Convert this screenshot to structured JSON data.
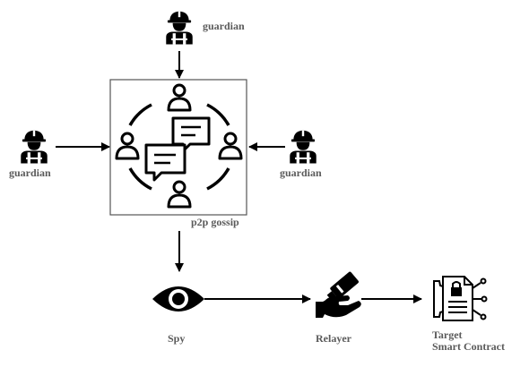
{
  "nodes": {
    "guardian_top": {
      "label": "guardian",
      "icon": "guardian-worker-icon"
    },
    "guardian_left": {
      "label": "guardian",
      "icon": "guardian-worker-icon"
    },
    "guardian_right": {
      "label": "guardian",
      "icon": "guardian-worker-icon"
    },
    "gossip": {
      "label": "p2p gossip",
      "icon": "gossip-network-icon"
    },
    "spy": {
      "label": "Spy",
      "icon": "eye-icon"
    },
    "relayer": {
      "label": "Relayer",
      "icon": "relayer-hand-icon"
    },
    "target": {
      "label_line1": "Target",
      "label_line2": "Smart Contract",
      "icon": "smart-contract-icon"
    }
  },
  "edges": [
    {
      "from": "guardian_top",
      "to": "gossip"
    },
    {
      "from": "guardian_left",
      "to": "gossip"
    },
    {
      "from": "guardian_right",
      "to": "gossip"
    },
    {
      "from": "gossip",
      "to": "spy"
    },
    {
      "from": "spy",
      "to": "relayer"
    },
    {
      "from": "relayer",
      "to": "target"
    }
  ],
  "colors": {
    "stroke": "#000000",
    "label": "#5a5a5a",
    "box_border": "#555555"
  }
}
